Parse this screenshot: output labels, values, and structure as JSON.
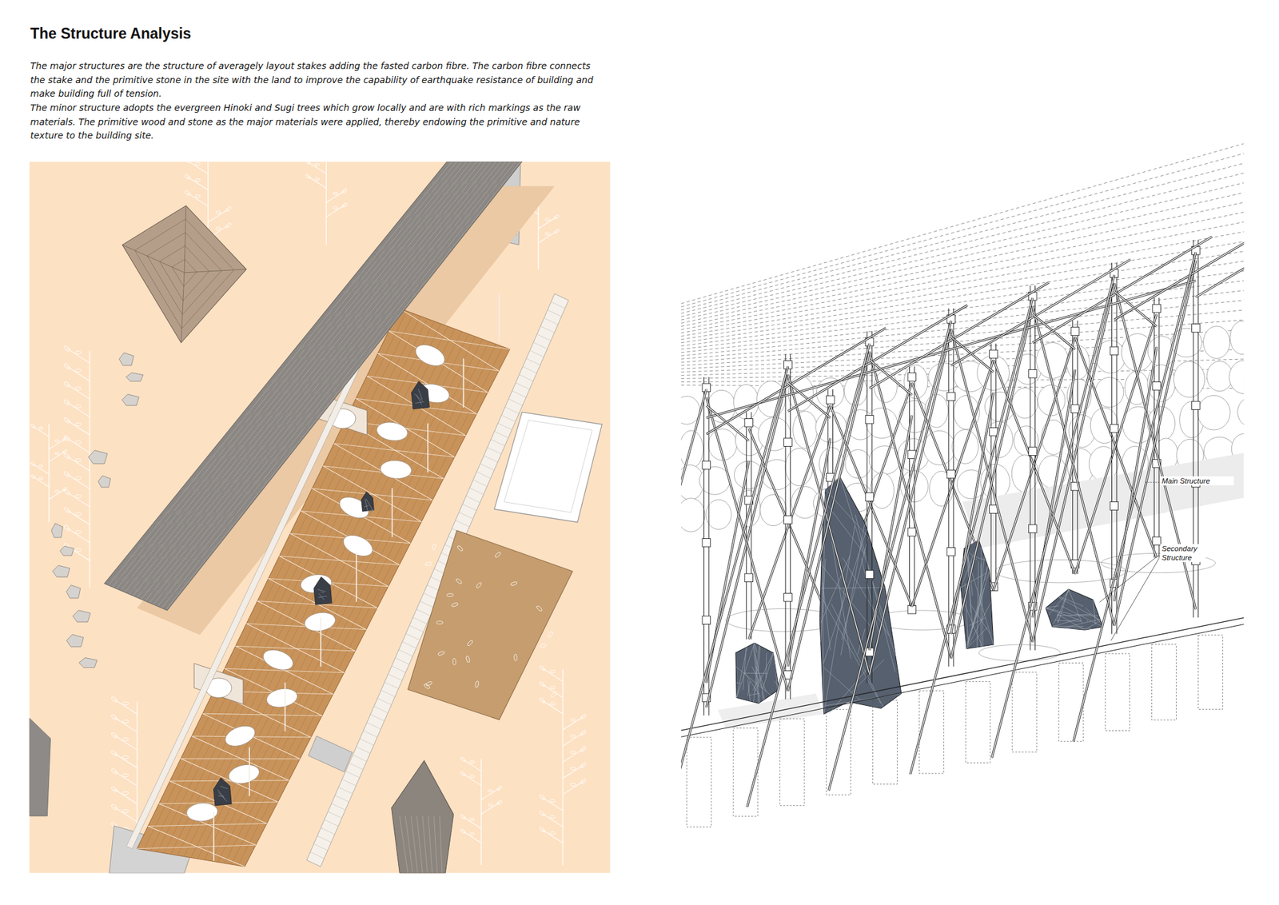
{
  "diagram": {
    "title": "The Structure Analysis",
    "labels": [
      "The major structures are the structure of averagely layout stakes adding the fasted carbon fibre. The carbon fibre connects the stake and the primitive stone in the site with the land to improve the capability of earthquake resistance of building and make building full of tension.",
      "The minor structure adopts the evergreen Hinoki and Sugi trees which grow locally and are with rich markings as the raw materials. The primitive wood and stone as the major materials were applied, thereby endowing the primitive and nature texture to the building site.",
      "Main Structure",
      "Secondary Structure"
    ]
  }
}
